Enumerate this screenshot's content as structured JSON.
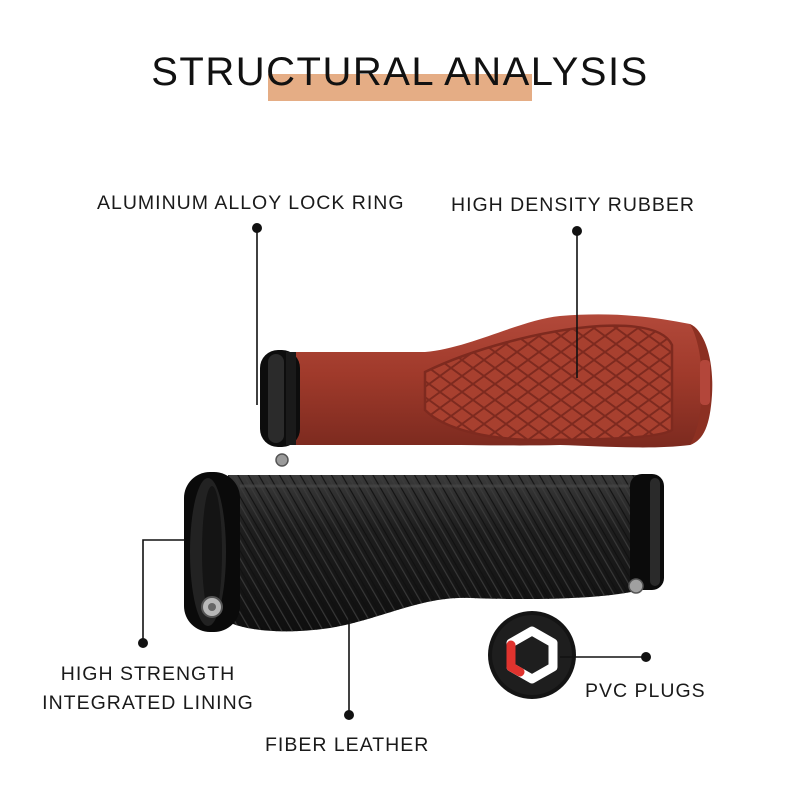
{
  "title": "STRUCTURAL ANALYSIS",
  "colors": {
    "title_accent": "#E5AD85",
    "rubber": "#A03A2B",
    "rubber_pattern": "#7E2A1F",
    "leather": "#1C1C1C",
    "lock_ring": "#111111",
    "plug_red": "#E0332E",
    "leader_line": "#111111"
  },
  "callouts": {
    "lock_ring": "ALUMINUM ALLOY LOCK RING",
    "rubber": "HIGH DENSITY RUBBER",
    "lining_line1": "HIGH STRENGTH",
    "lining_line2": "INTEGRATED LINING",
    "leather": "FIBER LEATHER",
    "plugs": "PVC PLUGS"
  }
}
